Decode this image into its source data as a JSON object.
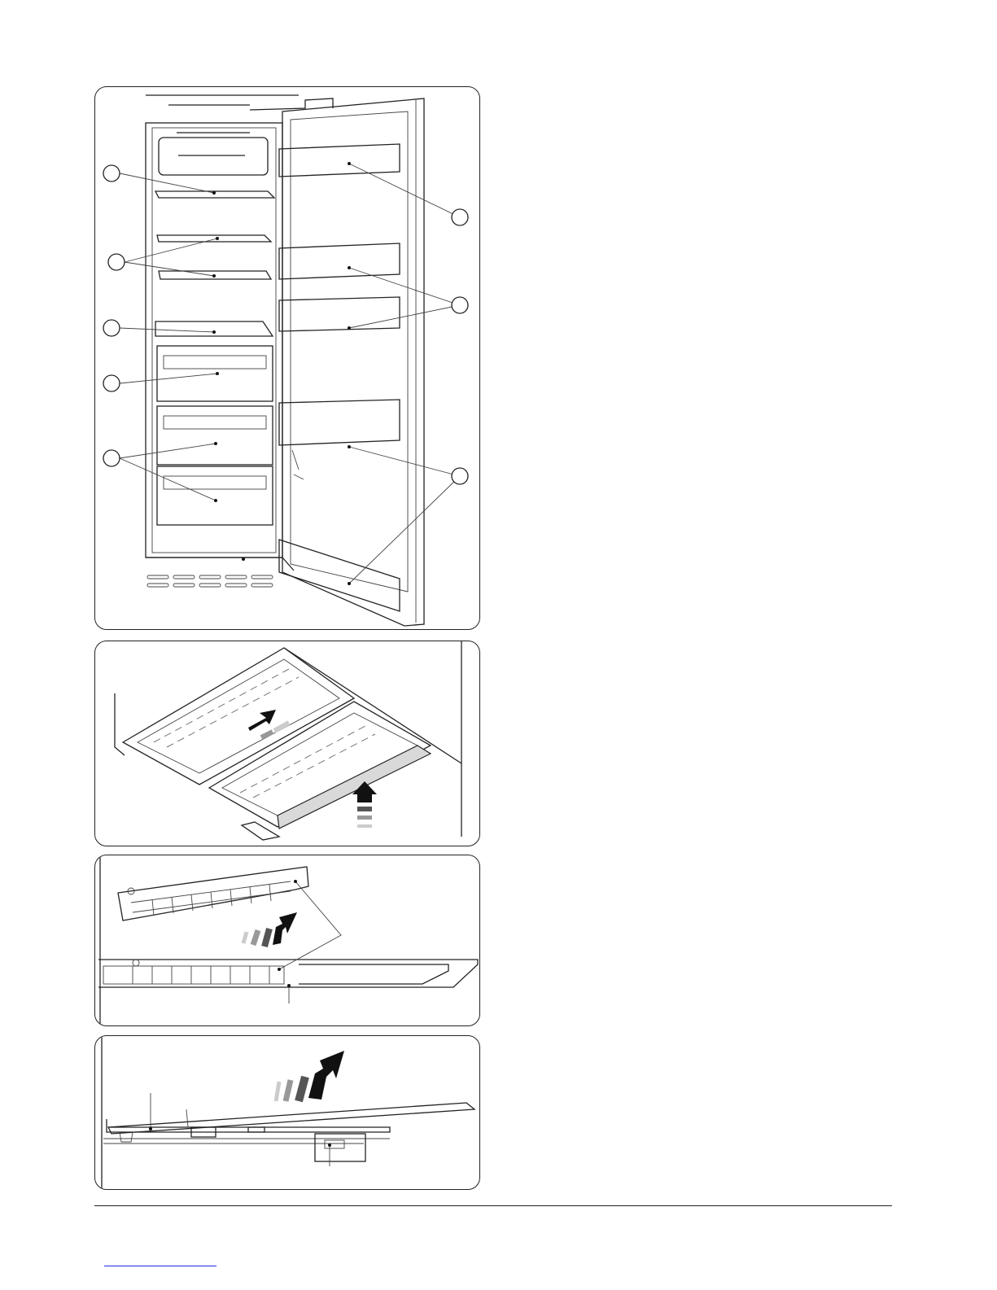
{
  "figures": [
    {
      "id": "fig1",
      "subject": "open-fridge-interior-with-callouts"
    },
    {
      "id": "fig2",
      "subject": "glass-shelf-removal"
    },
    {
      "id": "fig3",
      "subject": "shelf-trim-removal"
    },
    {
      "id": "fig4",
      "subject": "shelf-lift-out"
    }
  ],
  "colors": {
    "line": "#222222",
    "arrow_dark": "#111111",
    "arrow_mid": "#555555",
    "arrow_light": "#999999",
    "arrow_faint": "#cccccc",
    "link_rule": "#1b2bd6",
    "shelf_front": "#d9d9d9"
  },
  "icons": [
    "callout-circle",
    "motion-arrow"
  ]
}
